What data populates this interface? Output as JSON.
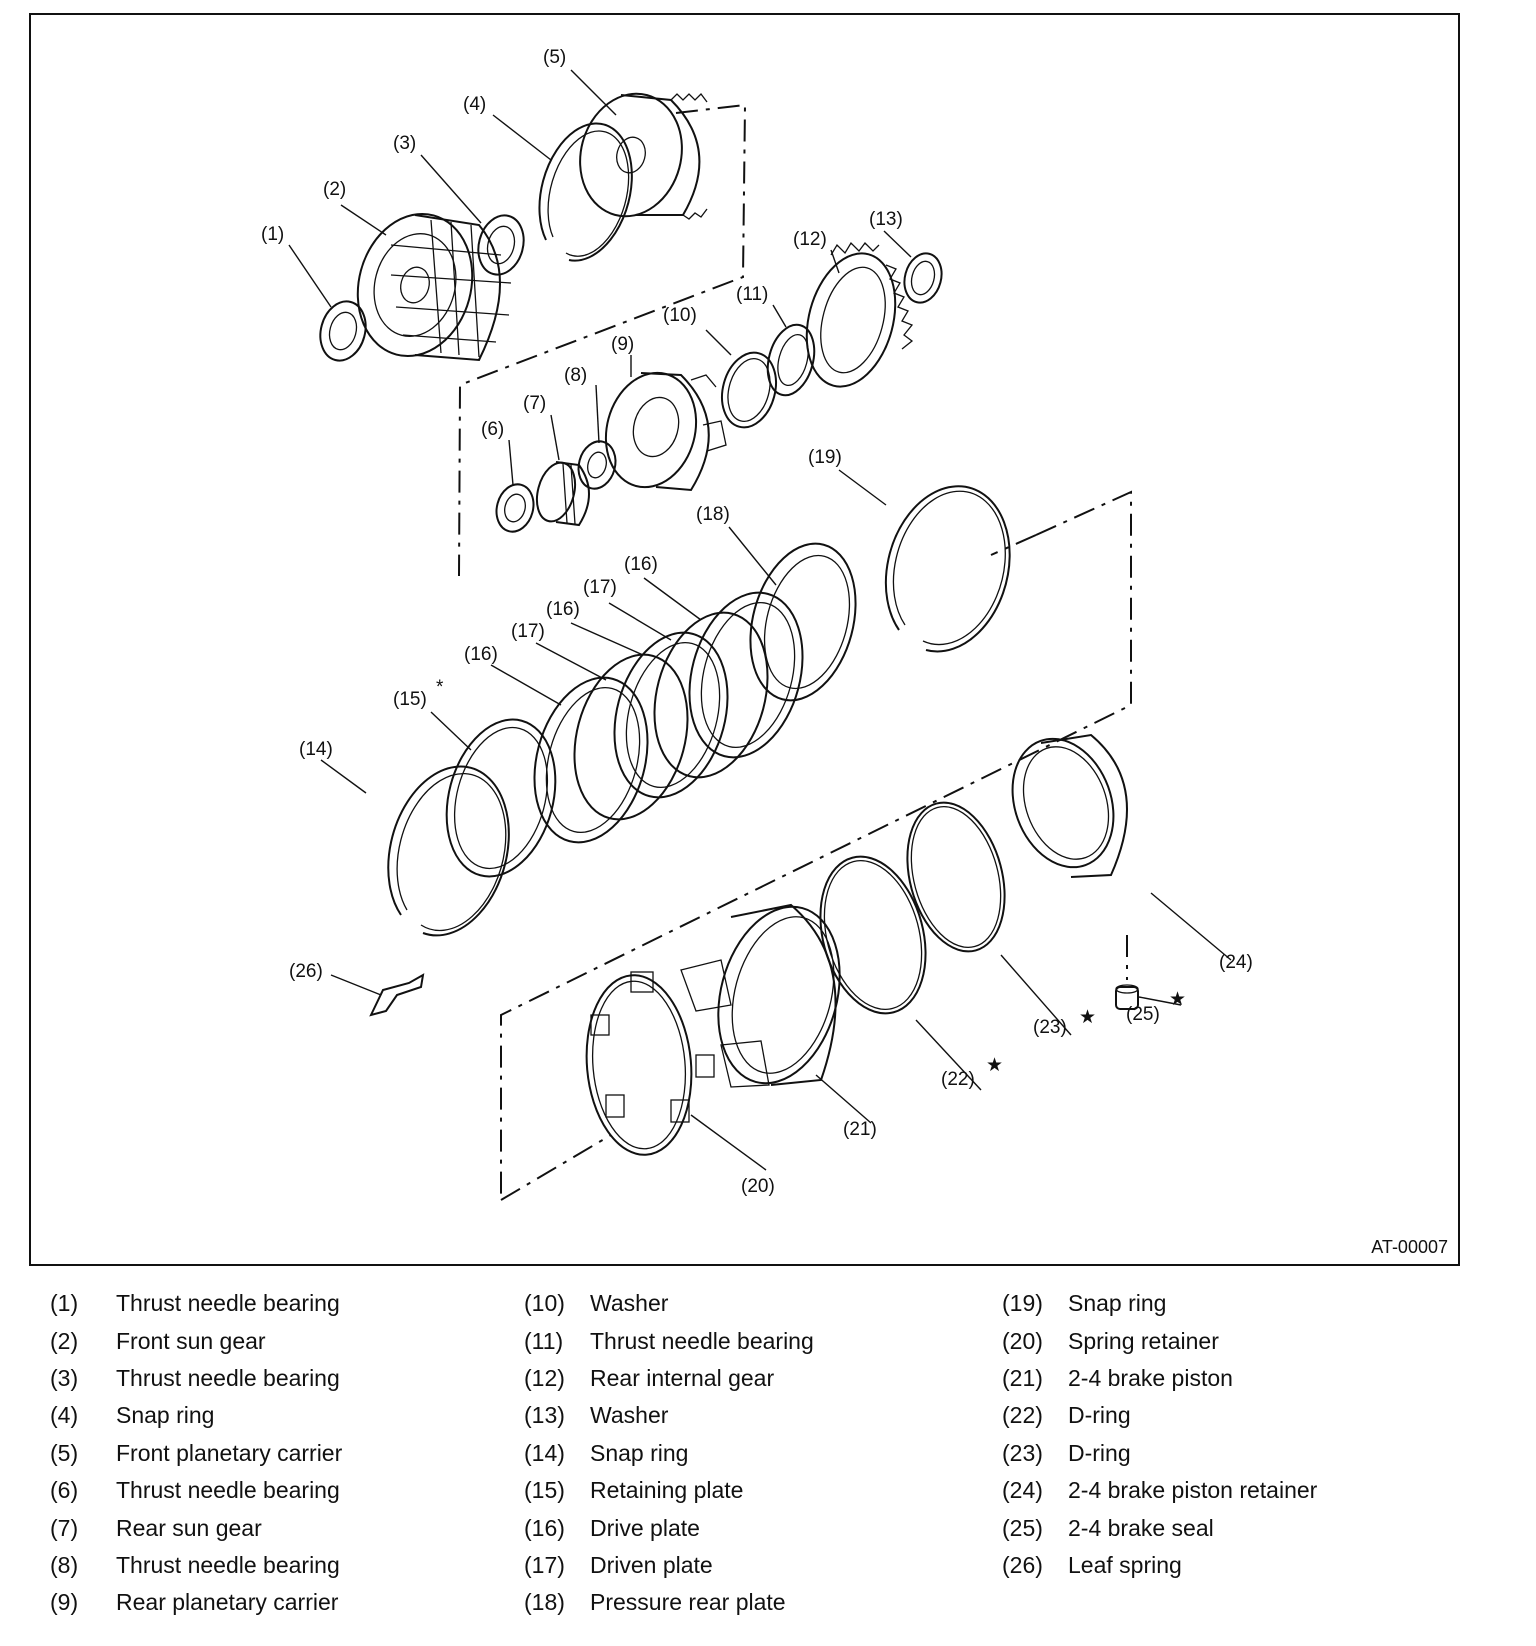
{
  "figure_id": "AT-00007",
  "markers": {
    "asterisk": "*",
    "star": "★"
  },
  "callouts": [
    "(1)",
    "(2)",
    "(3)",
    "(4)",
    "(5)",
    "(6)",
    "(7)",
    "(8)",
    "(9)",
    "(10)",
    "(11)",
    "(12)",
    "(13)",
    "(14)",
    "(15)",
    "(16)",
    "(17)",
    "(16)",
    "(17)",
    "(16)",
    "(18)",
    "(19)",
    "(20)",
    "(21)",
    "(22)",
    "(23)",
    "(24)",
    "(25)",
    "(26)"
  ],
  "legend": {
    "col1": [
      {
        "num": "(1)",
        "text": "Thrust needle bearing"
      },
      {
        "num": "(2)",
        "text": "Front sun gear"
      },
      {
        "num": "(3)",
        "text": "Thrust needle bearing"
      },
      {
        "num": "(4)",
        "text": "Snap ring"
      },
      {
        "num": "(5)",
        "text": "Front planetary carrier"
      },
      {
        "num": "(6)",
        "text": "Thrust needle bearing"
      },
      {
        "num": "(7)",
        "text": "Rear sun gear"
      },
      {
        "num": "(8)",
        "text": "Thrust needle bearing"
      },
      {
        "num": "(9)",
        "text": "Rear planetary carrier"
      }
    ],
    "col2": [
      {
        "num": "(10)",
        "text": "Washer"
      },
      {
        "num": "(11)",
        "text": "Thrust needle bearing"
      },
      {
        "num": "(12)",
        "text": "Rear internal gear"
      },
      {
        "num": "(13)",
        "text": "Washer"
      },
      {
        "num": "(14)",
        "text": "Snap ring"
      },
      {
        "num": "(15)",
        "text": "Retaining plate"
      },
      {
        "num": "(16)",
        "text": "Drive plate"
      },
      {
        "num": "(17)",
        "text": "Driven plate"
      },
      {
        "num": "(18)",
        "text": "Pressure rear plate"
      }
    ],
    "col3": [
      {
        "num": "(19)",
        "text": "Snap ring"
      },
      {
        "num": "(20)",
        "text": "Spring retainer"
      },
      {
        "num": "(21)",
        "text": "2-4 brake piston"
      },
      {
        "num": "(22)",
        "text": "D-ring"
      },
      {
        "num": "(23)",
        "text": "D-ring"
      },
      {
        "num": "(24)",
        "text": "2-4 brake piston retainer"
      },
      {
        "num": "(25)",
        "text": "2-4 brake seal"
      },
      {
        "num": "(26)",
        "text": "Leaf spring"
      }
    ]
  }
}
